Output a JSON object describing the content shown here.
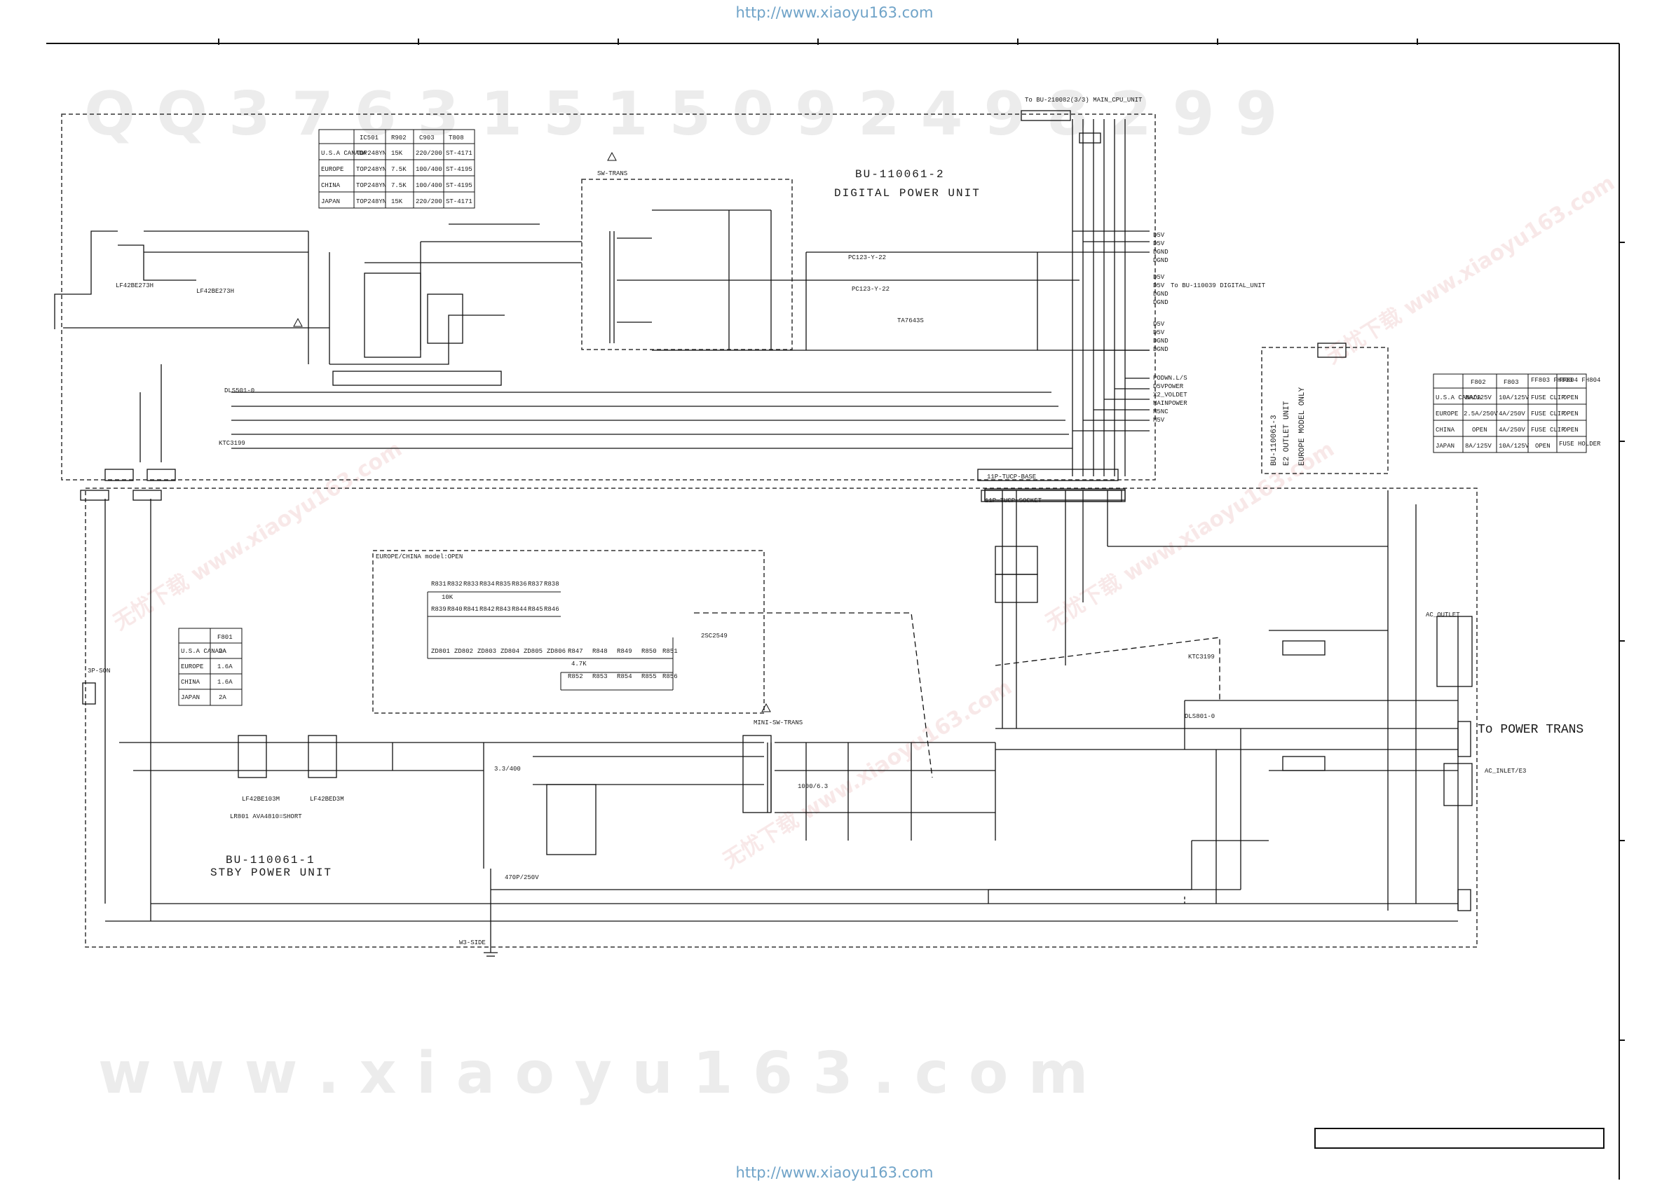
{
  "header_url": "http://www.xiaoyu163.com",
  "footer_url": "http://www.xiaoyu163.com",
  "watermark": {
    "top_digits": "Q Q 3 7 6 3 1 5 1 5 0 9 2 4 9 8 2 9 9",
    "bottom_site": "w w w . x i a o y u 1 6 3 . c o m",
    "chinese": "无忧下载 www.xiaoyu163.com"
  },
  "units": {
    "digital": {
      "code": "BU-110061-2",
      "name": "DIGITAL POWER UNIT"
    },
    "standby": {
      "code": "BU-110061-1",
      "name": "STBY POWER UNIT"
    },
    "outlet": {
      "code": "BU-110061-3",
      "name": "E2 OUTLET UNIT",
      "note": "EUROPE MODEL ONLY"
    }
  },
  "labels": {
    "to_power_trans": "To POWER TRANS",
    "to_main_cpu": "To BU-210082(3/3) MAIN_CPU_UNIT",
    "to_digital_unit": "To BU-110039 DIGITAL_UNIT",
    "europe_china_open": "EUROPE/CHINA model:OPEN",
    "mini_sw_trans": "MINI-SW-TRANS",
    "sw_trans": "SW-TRANS",
    "cn_socket_11p": "11P-TUCP-SOCKET",
    "cn_base_11p": "11P-TUCP-BASE",
    "ac_inlet": "AC_INLET/E3",
    "ac_outlet": "AC_OUTLET",
    "lr801_note": "LR801 AVA4810=SHORT"
  },
  "model_table": {
    "headers": [
      "",
      "IC501",
      "R902",
      "C903",
      "T808"
    ],
    "rows": [
      [
        "U.S.A CANADA",
        "TOP248YN",
        "15K",
        "220/200",
        "ST-4171"
      ],
      [
        "EUROPE",
        "TOP248YN",
        "7.5K",
        "100/400",
        "ST-4195"
      ],
      [
        "CHINA",
        "TOP248YN",
        "7.5K",
        "100/400",
        "ST-4195"
      ],
      [
        "JAPAN",
        "TOP248YN",
        "15K",
        "220/200",
        "ST-4171"
      ]
    ]
  },
  "fuse_table": {
    "headers": [
      "",
      "F802",
      "F803",
      "FF803 FH803",
      "FF804 FH804"
    ],
    "rows": [
      [
        "U.S.A CANADA",
        "8A/125V",
        "10A/125V",
        "FUSE CLIP",
        "OPEN"
      ],
      [
        "EUROPE",
        "2.5A/250V",
        "4A/250V",
        "FUSE CLIP",
        "OPEN"
      ],
      [
        "CHINA",
        "OPEN",
        "4A/250V",
        "FUSE CLIP",
        "OPEN"
      ],
      [
        "JAPAN",
        "8A/125V",
        "10A/125V",
        "OPEN",
        "FUSE HOLDER"
      ]
    ]
  },
  "f801_table": {
    "headers": [
      "",
      "F801"
    ],
    "rows": [
      [
        "U.S.A CANADA",
        "2A"
      ],
      [
        "EUROPE",
        "1.6A"
      ],
      [
        "CHINA",
        "1.6A"
      ],
      [
        "JAPAN",
        "2A"
      ]
    ]
  },
  "power_nets": [
    "D5V",
    "D5V",
    "DGND",
    "DGND",
    "D5V",
    "D5V",
    "DGND",
    "DGND",
    "D5V",
    "D5V",
    "DGND",
    "DGND"
  ],
  "signal_nets": [
    "PODWN.L/S",
    "D5VPOWER",
    "X2_VOLDET",
    "MAINPOWER",
    "M5NC",
    "M5V"
  ],
  "resistor_rows": {
    "top": [
      "R831",
      "R832",
      "R833",
      "R834",
      "R835",
      "R836",
      "R837",
      "R838"
    ],
    "second": [
      "R839",
      "R840",
      "R841",
      "R842",
      "R843",
      "R844",
      "R845",
      "R846"
    ],
    "value": "10K",
    "zeners": [
      "ZD801",
      "ZD802",
      "ZD803",
      "ZD804",
      "ZD805",
      "ZD806"
    ],
    "r_row3": [
      "R847",
      "R848",
      "R849",
      "R850",
      "R851"
    ],
    "r_row4": [
      "R852",
      "R853",
      "R854",
      "R855",
      "R856"
    ],
    "value_47k": "4.7K"
  },
  "parts": {
    "L901": "LF42BE273H",
    "L903": "LF42BE273H",
    "LR801": "LF42BE103M",
    "L802": "LF42BED3M",
    "IC301": "TA7643S",
    "IC302": "PC123-Y-22",
    "IC303": "PC123-Y-22",
    "TR801": "2SC2549",
    "TR802": "KTC3199",
    "TR901": "KTC3199",
    "C808": "1000/6.3",
    "C804": "3.3/400",
    "C803": "470P/250V",
    "W801": "W3-SIDE",
    "CN821": "3P-SON",
    "RL801": "DLS801-0",
    "RL901": "DLS501-0"
  }
}
